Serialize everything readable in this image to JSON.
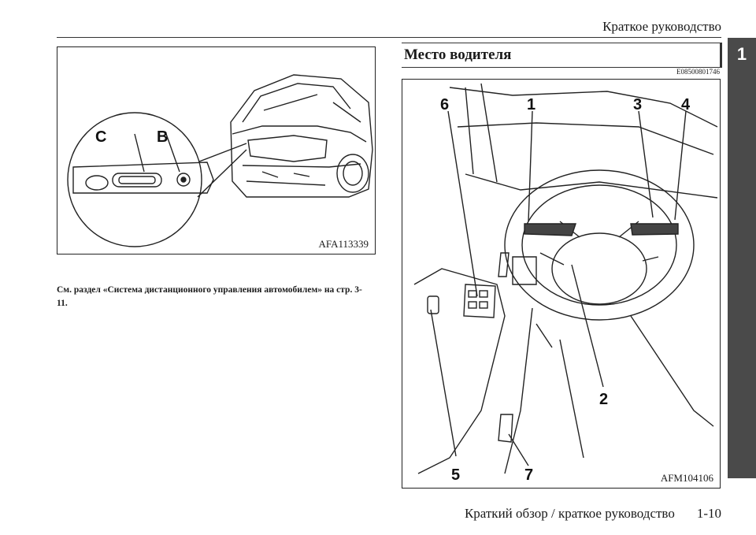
{
  "header": {
    "title": "Краткое руководство"
  },
  "chapter_tab": {
    "number": "1"
  },
  "figure_left": {
    "code": "AFA113339",
    "callouts": [
      "C",
      "B"
    ]
  },
  "caption": {
    "text": "См. раздел «Система дистанционного управления автомобилем» на стр. 3-11."
  },
  "section": {
    "title": "Место водителя",
    "code": "E08500801746"
  },
  "figure_right": {
    "code": "AFM104106",
    "callouts": [
      "6",
      "1",
      "3",
      "4",
      "2",
      "5",
      "7"
    ]
  },
  "footer": {
    "text": "Краткий обзор / краткое руководство",
    "page": "1-10"
  }
}
